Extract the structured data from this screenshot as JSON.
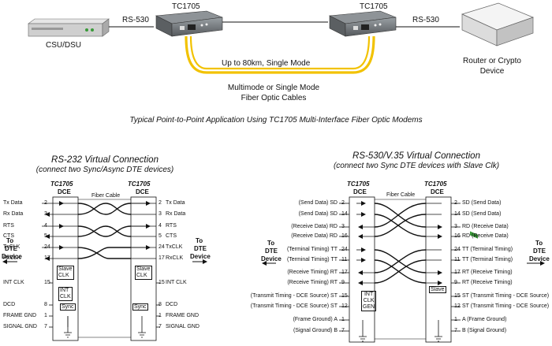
{
  "top": {
    "rs530_left": "RS-530",
    "rs530_right": "RS-530",
    "tc_left": "TC1705",
    "tc_right": "TC1705",
    "csu": "CSU/DSU",
    "router_line1": "Router or Crypto",
    "router_line2": "Device",
    "fiber_label": "Up to 80km, Single Mode",
    "cable_line1": "Multimode or Single Mode",
    "cable_line2": "Fiber Optic Cables",
    "caption": "Typical Point-to-Point Application Using TC1705 Multi-Interface Fiber Optic Modems",
    "fiber_color": "#f2c200"
  },
  "left": {
    "title": "RS-232 Virtual Connection",
    "subtitle": "(connect two Sync/Async DTE devices)",
    "model": "TC1705",
    "dce": "DCE",
    "fiber_cable": "Fiber Cable",
    "to_dte": [
      "To",
      "DTE",
      "Device"
    ],
    "slave_clk": [
      "Slave",
      "CLK"
    ],
    "int_clk": [
      "INT",
      "CLK"
    ],
    "sync": "Sync",
    "rows": [
      {
        "label": "Tx Data",
        "pin": "2",
        "rlabel": "Tx Data",
        "rpin": "2"
      },
      {
        "label": "Rx Data",
        "pin": "3",
        "rlabel": "Rx Data",
        "rpin": "3"
      },
      {
        "label": "RTS",
        "pin": "4",
        "rlabel": "RTS",
        "rpin": "4"
      },
      {
        "label": "CTS",
        "pin": "5",
        "rlabel": "CTS",
        "rpin": "5"
      },
      {
        "label": "TxCLK",
        "pin": "24",
        "rlabel": "TxCLK",
        "rpin": "24"
      },
      {
        "label": "RxCLK",
        "pin": "17",
        "rlabel": "RxCLK",
        "rpin": "17"
      },
      {
        "label": "INT CLK",
        "pin": "15",
        "rlabel": "INT CLK",
        "rpin": "15"
      },
      {
        "label": "DCD",
        "pin": "8",
        "rlabel": "DCD",
        "rpin": "8"
      },
      {
        "label": "FRAME GND",
        "pin": "1",
        "rlabel": "FRAME GND",
        "rpin": "1"
      },
      {
        "label": "SIGNAL GND",
        "pin": "7",
        "rlabel": "SIGNAL GND",
        "rpin": "7"
      }
    ]
  },
  "right": {
    "title": "RS-530/V.35 Virtual Connection",
    "subtitle": "(connect two Sync DTE devices with Slave Clk)",
    "model": "TC1705",
    "dce": "DCE",
    "fiber_cable": "Fiber Cable",
    "to_dte": [
      "To",
      "DTE",
      "Device"
    ],
    "int_clk_gen": [
      "INT",
      "CLK",
      "GEN"
    ],
    "slave": "Slave",
    "rows": [
      {
        "label": "(Send Data) SD",
        "pin": "2",
        "rpin": "2",
        "rlabel": "SD (Send Data)"
      },
      {
        "label": "(Send Data) SD",
        "pin": "14",
        "rpin": "14",
        "rlabel": "SD (Send Data)"
      },
      {
        "label": "(Receive Data) RD",
        "pin": "3",
        "rpin": "3",
        "rlabel": "RD (Receive Data)"
      },
      {
        "label": "(Receive Data) RD",
        "pin": "16",
        "rpin": "16",
        "rlabel": "RD (Receive Data)"
      },
      {
        "label": "(Terminal Timing) TT",
        "pin": "24",
        "rpin": "24",
        "rlabel": "TT (Terminal Timing)"
      },
      {
        "label": "(Terminal Timing) TT",
        "pin": "11",
        "rpin": "11",
        "rlabel": "TT (Terminal Timing)"
      },
      {
        "label": "(Receive Timing) RT",
        "pin": "17",
        "rpin": "17",
        "rlabel": "RT (Receive Timing)"
      },
      {
        "label": "(Receive Timing) RT",
        "pin": "9",
        "rpin": "9",
        "rlabel": "RT (Receive Timing)"
      },
      {
        "label": "(Transmit Timing - DCE Source) ST",
        "pin": "15",
        "rpin": "15",
        "rlabel": "ST (Transmit Timing - DCE Source)"
      },
      {
        "label": "(Transmit Timing - DCE Source) ST",
        "pin": "12",
        "rpin": "12",
        "rlabel": "ST (Transmit Timing - DCE Source)"
      },
      {
        "label": "(Frame Ground) A",
        "pin": "1",
        "rpin": "1",
        "rlabel": "A (Frame Ground)"
      },
      {
        "label": "(Signal Ground) B",
        "pin": "7",
        "rpin": "7",
        "rlabel": "B (Signal Ground)"
      }
    ]
  }
}
